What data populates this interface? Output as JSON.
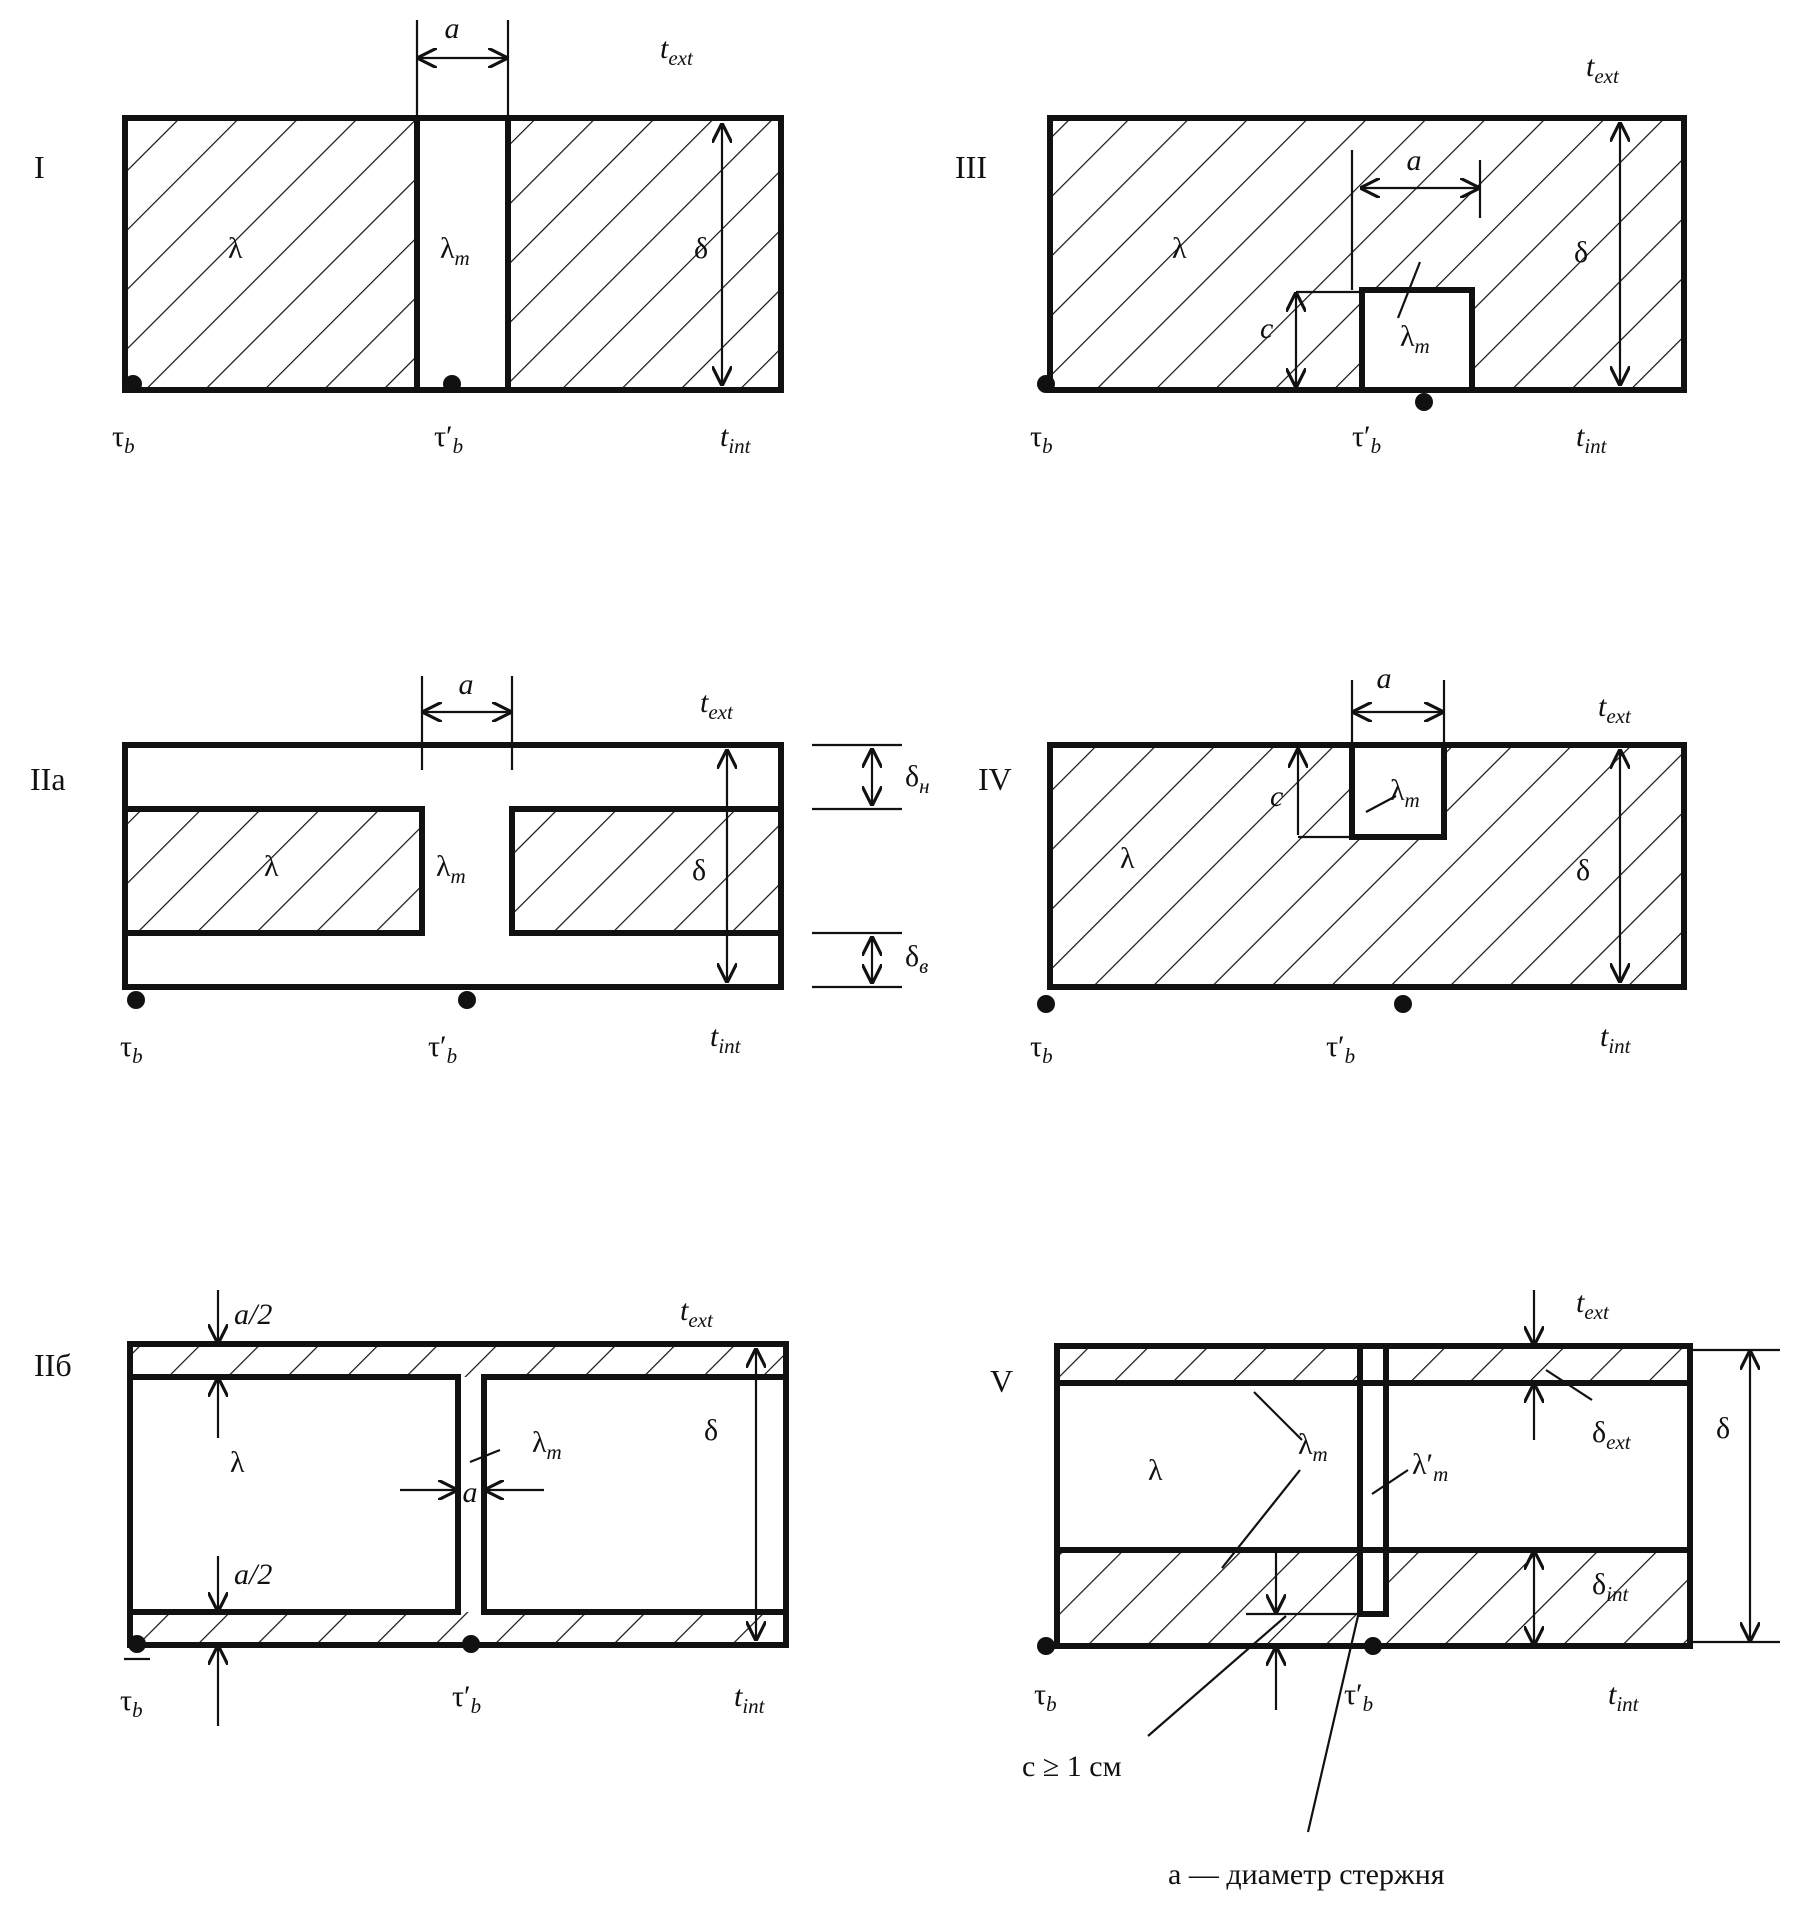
{
  "figure": {
    "panels": [
      {
        "id": "I",
        "label": "I",
        "texts": {
          "a": "a",
          "t_ext": "t",
          "t_ext_sub": "ext",
          "t_int": "t",
          "t_int_sub": "int",
          "lambda": "λ",
          "lambda_m": "λ",
          "lambda_m_sub": "m",
          "delta": "δ",
          "tau_b": "τ",
          "tau_b_sub": "b",
          "tau_b2": "τ′",
          "tau_b2_sub": "b"
        }
      },
      {
        "id": "III",
        "label": "III",
        "texts": {
          "a": "a",
          "c": "c",
          "t_ext": "t",
          "t_ext_sub": "ext",
          "t_int": "t",
          "t_int_sub": "int",
          "lambda": "λ",
          "lambda_m": "λ",
          "lambda_m_sub": "m",
          "delta": "δ",
          "tau_b": "τ",
          "tau_b_sub": "b",
          "tau_b2": "τ′",
          "tau_b2_sub": "b"
        }
      },
      {
        "id": "IIa",
        "label": "IIa",
        "texts": {
          "a": "a",
          "t_ext": "t",
          "t_ext_sub": "ext",
          "t_int": "t",
          "t_int_sub": "int",
          "lambda": "λ",
          "lambda_m": "λ",
          "lambda_m_sub": "m",
          "delta": "δ",
          "delta_n": "δ",
          "delta_n_sub": "н",
          "delta_v": "δ",
          "delta_v_sub": "в",
          "tau_b": "τ",
          "tau_b_sub": "b",
          "tau_b2": "τ′",
          "tau_b2_sub": "b"
        }
      },
      {
        "id": "IV",
        "label": "IV",
        "texts": {
          "a": "a",
          "c": "c",
          "t_ext": "t",
          "t_ext_sub": "ext",
          "t_int": "t",
          "t_int_sub": "int",
          "lambda": "λ",
          "lambda_m": "λ",
          "lambda_m_sub": "m",
          "delta": "δ",
          "tau_b": "τ",
          "tau_b_sub": "b",
          "tau_b2": "τ′",
          "tau_b2_sub": "b"
        }
      },
      {
        "id": "IIb",
        "label": "IIб",
        "texts": {
          "a": "a",
          "a_half_top": "a/2",
          "a_half_bottom": "a/2",
          "t_ext": "t",
          "t_ext_sub": "ext",
          "t_int": "t",
          "t_int_sub": "int",
          "lambda": "λ",
          "lambda_m": "λ",
          "lambda_m_sub": "m",
          "delta": "δ",
          "tau_b": "τ",
          "tau_b_sub": "b",
          "tau_b2": "τ′",
          "tau_b2_sub": "b"
        }
      },
      {
        "id": "V",
        "label": "V",
        "texts": {
          "t_ext": "t",
          "t_ext_sub": "ext",
          "t_int": "t",
          "t_int_sub": "int",
          "lambda": "λ",
          "lambda_m": "λ",
          "lambda_m_sub": "m",
          "lambda_m2": "λ′",
          "lambda_m2_sub": "m",
          "delta": "δ",
          "delta_ext": "δ",
          "delta_ext_sub": "ext",
          "delta_int": "δ",
          "delta_int_sub": "int",
          "tau_b": "τ",
          "tau_b_sub": "b",
          "tau_b2": "τ′",
          "tau_b2_sub": "b",
          "c_note": "c ≥ 1 см",
          "a_note": "a — диаметр стержня"
        }
      }
    ]
  }
}
